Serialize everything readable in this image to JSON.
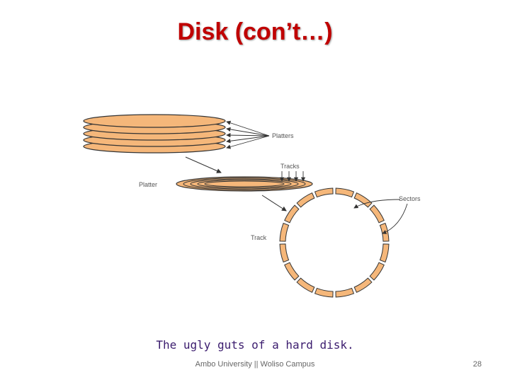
{
  "slide": {
    "title": "Disk (con’t…)",
    "caption": "The ugly guts of a hard disk.",
    "footer": "Ambo University || Woliso Campus",
    "page_number": "28"
  },
  "figure": {
    "labels": {
      "platters": "Platters",
      "tracks": "Tracks",
      "platter": "Platter",
      "sectors": "Sectors",
      "track": "Track"
    }
  },
  "colors": {
    "title": "#c00000",
    "platter_fill": "#f5b77a",
    "outline": "#333333",
    "caption": "#3b1c6e"
  }
}
